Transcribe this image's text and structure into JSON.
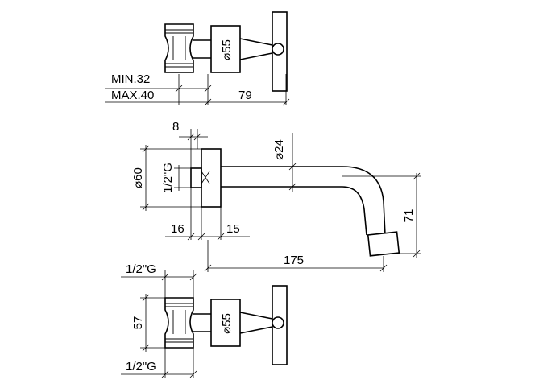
{
  "labels": {
    "min_clamp": "MIN.32",
    "max_clamp": "MAX.40",
    "dim_79": "79",
    "dia_55_top": "⌀55",
    "dim_8": "8",
    "dia_24": "⌀24",
    "dia_60": "⌀60",
    "thread_mid": "1/2\"G",
    "dim_16": "16",
    "dim_15": "15",
    "dim_71": "71",
    "dim_175": "175",
    "thread_bottom_top": "1/2\"G",
    "dim_57": "57",
    "dia_55_bottom": "⌀55",
    "thread_bottom_bottom": "1/2\"G"
  }
}
